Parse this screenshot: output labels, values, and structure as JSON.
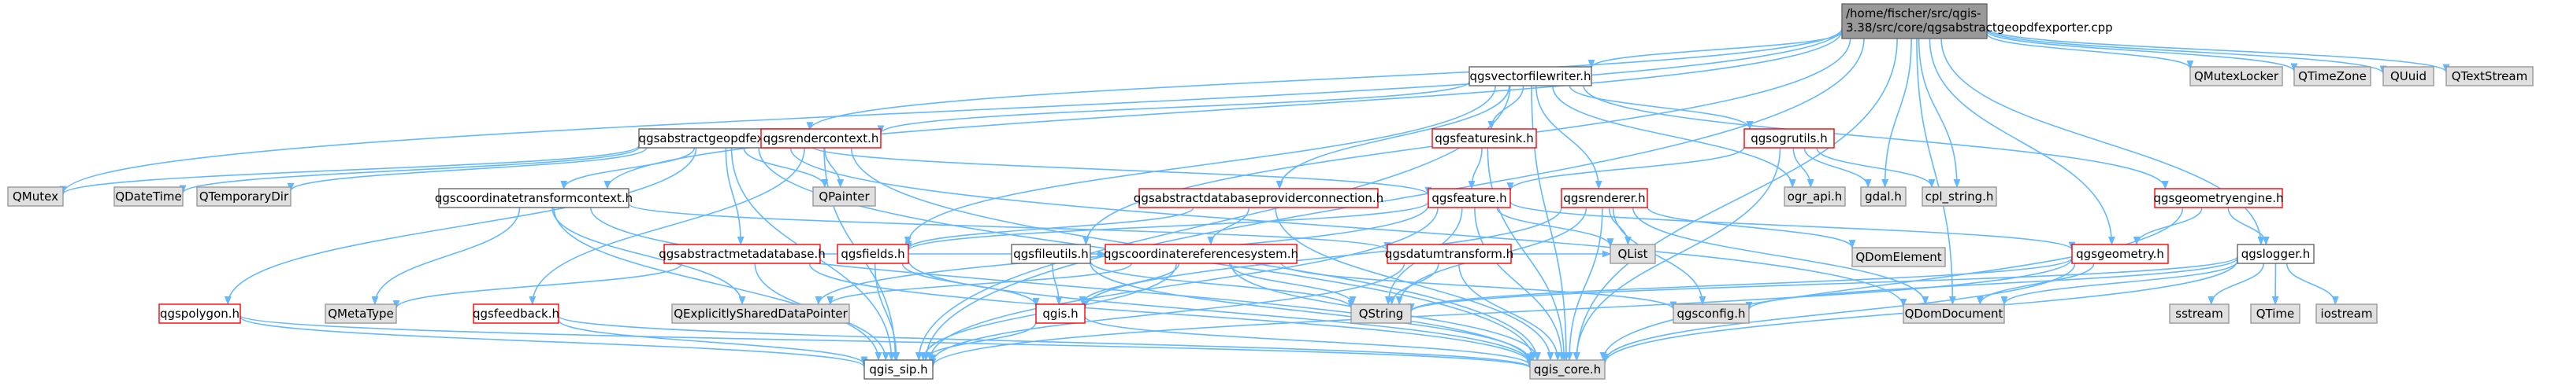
{
  "graph": {
    "kind": "include dependency graph",
    "colors": {
      "root_fill": "#999999",
      "root_stroke": "#666666",
      "normal_fill": "#ffffff",
      "normal_stroke": "#ff0000",
      "leaf_fill": "#e0e0e0",
      "leaf_stroke": "#999999",
      "file_stroke": "#666666",
      "edge": "#63b8ff"
    },
    "nodes": [
      {
        "id": "root",
        "label": "/home/fischer/src/qgis-3.38/src/core/qgsabstractgeopdfexporter.cpp",
        "style": "root"
      },
      {
        "id": "qgsvectorfilewriter",
        "label": "qgsvectorfilewriter.h",
        "style": "file"
      },
      {
        "id": "qgsabstractgeopdfexporter",
        "label": "qgsabstractgeopdfexporter.h",
        "style": "file"
      },
      {
        "id": "qgsrendercontext",
        "label": "qgsrendercontext.h",
        "style": "normal"
      },
      {
        "id": "qgsfeaturesink",
        "label": "qgsfeaturesink.h",
        "style": "normal"
      },
      {
        "id": "qgsogrutils",
        "label": "qgsogrutils.h",
        "style": "normal"
      },
      {
        "id": "qgsgeometryengine",
        "label": "qgsgeometryengine.h",
        "style": "normal"
      },
      {
        "id": "qgscoordinatetransformcontext",
        "label": "qgscoordinatetransformcontext.h",
        "style": "file"
      },
      {
        "id": "qgsabstractdatabaseproviderconnection",
        "label": "qgsabstractdatabaseproviderconnection.h",
        "style": "normal"
      },
      {
        "id": "qgsfeature",
        "label": "qgsfeature.h",
        "style": "normal"
      },
      {
        "id": "qgsrenderer",
        "label": "qgsrenderer.h",
        "style": "normal"
      },
      {
        "id": "qgsabstractmetadatabase",
        "label": "qgsabstractmetadatabase.h",
        "style": "normal"
      },
      {
        "id": "qgsfields",
        "label": "qgsfields.h",
        "style": "normal"
      },
      {
        "id": "qgsfileutils",
        "label": "qgsfileutils.h",
        "style": "file"
      },
      {
        "id": "qgscoordinatereferencesystem",
        "label": "qgscoordinatereferencesystem.h",
        "style": "normal"
      },
      {
        "id": "qgsdatumtransform",
        "label": "qgsdatumtransform.h",
        "style": "normal"
      },
      {
        "id": "qgsgeometry",
        "label": "qgsgeometry.h",
        "style": "normal"
      },
      {
        "id": "qgslogger",
        "label": "qgslogger.h",
        "style": "file"
      },
      {
        "id": "qgspolygon",
        "label": "qgspolygon.h",
        "style": "normal"
      },
      {
        "id": "qgsfeedback",
        "label": "qgsfeedback.h",
        "style": "normal"
      },
      {
        "id": "qgis",
        "label": "qgis.h",
        "style": "normal"
      },
      {
        "id": "qgis_sip",
        "label": "qgis_sip.h",
        "style": "file"
      },
      {
        "id": "qgis_core",
        "label": "qgis_core.h",
        "style": "leaf"
      },
      {
        "id": "QMutex",
        "label": "QMutex",
        "style": "leaf"
      },
      {
        "id": "QDateTime",
        "label": "QDateTime",
        "style": "leaf"
      },
      {
        "id": "QTemporaryDir",
        "label": "QTemporaryDir",
        "style": "leaf"
      },
      {
        "id": "QPainter",
        "label": "QPainter",
        "style": "leaf"
      },
      {
        "id": "QMutexLocker",
        "label": "QMutexLocker",
        "style": "leaf"
      },
      {
        "id": "QTimeZone",
        "label": "QTimeZone",
        "style": "leaf"
      },
      {
        "id": "QUuid",
        "label": "QUuid",
        "style": "leaf"
      },
      {
        "id": "QTextStream",
        "label": "QTextStream",
        "style": "leaf"
      },
      {
        "id": "ogr_api",
        "label": "ogr_api.h",
        "style": "leaf"
      },
      {
        "id": "gdal",
        "label": "gdal.h",
        "style": "leaf"
      },
      {
        "id": "cpl_string",
        "label": "cpl_string.h",
        "style": "leaf"
      },
      {
        "id": "QDomElement",
        "label": "QDomElement",
        "style": "leaf"
      },
      {
        "id": "QDomDocument",
        "label": "QDomDocument",
        "style": "leaf"
      },
      {
        "id": "QString",
        "label": "QString",
        "style": "leaf"
      },
      {
        "id": "QList",
        "label": "QList",
        "style": "leaf"
      },
      {
        "id": "qgsconfig",
        "label": "qgsconfig.h",
        "style": "leaf"
      },
      {
        "id": "QMetaType",
        "label": "QMetaType",
        "style": "leaf"
      },
      {
        "id": "QExplicitlySharedDataPointer",
        "label": "QExplicitlySharedDataPointer",
        "style": "leaf"
      },
      {
        "id": "sstream",
        "label": "sstream",
        "style": "leaf"
      },
      {
        "id": "QTime",
        "label": "QTime",
        "style": "leaf"
      },
      {
        "id": "iostream",
        "label": "iostream",
        "style": "leaf"
      }
    ],
    "edges": [
      [
        "root",
        "qgsvectorfilewriter"
      ],
      [
        "root",
        "qgsabstractgeopdfexporter"
      ],
      [
        "root",
        "QMutex"
      ],
      [
        "root",
        "qgscoordinatetransformcontext"
      ],
      [
        "root",
        "qgsgeometry"
      ],
      [
        "root",
        "qgslogger"
      ],
      [
        "root",
        "gdal"
      ],
      [
        "root",
        "cpl_string"
      ],
      [
        "root",
        "QDomDocument"
      ],
      [
        "root",
        "qgis_core"
      ],
      [
        "root",
        "QMutexLocker"
      ],
      [
        "root",
        "QTimeZone"
      ],
      [
        "root",
        "QUuid"
      ],
      [
        "root",
        "QTextStream"
      ],
      [
        "root",
        "qgsfileutils"
      ],
      [
        "root",
        "qgis_sip"
      ],
      [
        "qgsvectorfilewriter",
        "qgsrendercontext"
      ],
      [
        "qgsvectorfilewriter",
        "qgsfeaturesink"
      ],
      [
        "qgsvectorfilewriter",
        "qgsogrutils"
      ],
      [
        "qgsvectorfilewriter",
        "qgsgeometryengine"
      ],
      [
        "qgsvectorfilewriter",
        "qgsabstractdatabaseproviderconnection"
      ],
      [
        "qgsvectorfilewriter",
        "qgsrenderer"
      ],
      [
        "qgsvectorfilewriter",
        "ogr_api"
      ],
      [
        "qgsvectorfilewriter",
        "qgsfields"
      ],
      [
        "qgsvectorfilewriter",
        "qgis_core"
      ],
      [
        "qgsvectorfilewriter",
        "qgis_sip"
      ],
      [
        "qgsabstractgeopdfexporter",
        "QMutex"
      ],
      [
        "qgsabstractgeopdfexporter",
        "QDateTime"
      ],
      [
        "qgsabstractgeopdfexporter",
        "QTemporaryDir"
      ],
      [
        "qgsabstractgeopdfexporter",
        "QPainter"
      ],
      [
        "qgsabstractgeopdfexporter",
        "qgscoordinatetransformcontext"
      ],
      [
        "qgsabstractgeopdfexporter",
        "qgsabstractmetadatabase"
      ],
      [
        "qgsabstractgeopdfexporter",
        "qgspolygon"
      ],
      [
        "qgsabstractgeopdfexporter",
        "qgsfeature"
      ],
      [
        "qgsabstractgeopdfexporter",
        "qgis_core"
      ],
      [
        "qgsabstractgeopdfexporter",
        "qgis_sip"
      ],
      [
        "qgsabstractgeopdfexporter",
        "QDomDocument"
      ],
      [
        "qgsrendercontext",
        "QPainter"
      ],
      [
        "qgsrendercontext",
        "qgsfeedback"
      ],
      [
        "qgsrendercontext",
        "qgis_core"
      ],
      [
        "qgsrendercontext",
        "qgis_sip"
      ],
      [
        "qgsfeaturesink",
        "qgsfeature"
      ],
      [
        "qgsfeaturesink",
        "qgis_core"
      ],
      [
        "qgsogrutils",
        "ogr_api"
      ],
      [
        "qgsogrutils",
        "gdal"
      ],
      [
        "qgsogrutils",
        "cpl_string"
      ],
      [
        "qgsogrutils",
        "qgsfeature"
      ],
      [
        "qgsogrutils",
        "qgis_core"
      ],
      [
        "qgsgeometryengine",
        "qgsgeometry"
      ],
      [
        "qgsgeometryengine",
        "qgslogger"
      ],
      [
        "qgsgeometryengine",
        "qgis_core"
      ],
      [
        "qgscoordinatetransformcontext",
        "QMetaType"
      ],
      [
        "qgscoordinatetransformcontext",
        "qgsdatumtransform"
      ],
      [
        "qgscoordinatetransformcontext",
        "QExplicitlySharedDataPointer"
      ],
      [
        "qgscoordinatetransformcontext",
        "qgis_core"
      ],
      [
        "qgscoordinatetransformcontext",
        "qgis_sip"
      ],
      [
        "qgsabstractdatabaseproviderconnection",
        "qgsfields"
      ],
      [
        "qgsabstractdatabaseproviderconnection",
        "qgscoordinatereferencesystem"
      ],
      [
        "qgsabstractdatabaseproviderconnection",
        "qgis_core"
      ],
      [
        "qgsfeature",
        "qgsfields"
      ],
      [
        "qgsfeature",
        "qgsgeometry"
      ],
      [
        "qgsfeature",
        "QString"
      ],
      [
        "qgsfeature",
        "QList"
      ],
      [
        "qgsfeature",
        "qgis_core"
      ],
      [
        "qgsfeature",
        "qgis_sip"
      ],
      [
        "qgsfeature",
        "QExplicitlySharedDataPointer"
      ],
      [
        "qgsrenderer",
        "QDomElement"
      ],
      [
        "qgsrenderer",
        "QDomDocument"
      ],
      [
        "qgsrenderer",
        "QString"
      ],
      [
        "qgsrenderer",
        "QList"
      ],
      [
        "qgsrenderer",
        "qgsconfig"
      ],
      [
        "qgsrenderer",
        "qgis_core"
      ],
      [
        "qgsrenderer",
        "qgis"
      ],
      [
        "qgsabstractmetadatabase",
        "QMetaType"
      ],
      [
        "qgsabstractmetadatabase",
        "qgscoordinatereferencesystem"
      ],
      [
        "qgsabstractmetadatabase",
        "qgis_core"
      ],
      [
        "qgsabstractmetadatabase",
        "qgis_sip"
      ],
      [
        "qgsfields",
        "qgis"
      ],
      [
        "qgsfields",
        "qgis_sip"
      ],
      [
        "qgsfields",
        "qgis_core"
      ],
      [
        "qgsfileutils",
        "qgis"
      ],
      [
        "qgsfileutils",
        "QString"
      ],
      [
        "qgsfileutils",
        "qgis_core"
      ],
      [
        "qgscoordinatereferencesystem",
        "qgis"
      ],
      [
        "qgscoordinatereferencesystem",
        "QString"
      ],
      [
        "qgscoordinatereferencesystem",
        "qgsconfig"
      ],
      [
        "qgscoordinatereferencesystem",
        "qgis_core"
      ],
      [
        "qgscoordinatereferencesystem",
        "qgis_sip"
      ],
      [
        "qgscoordinatereferencesystem",
        "QExplicitlySharedDataPointer"
      ],
      [
        "qgsdatumtransform",
        "QString"
      ],
      [
        "qgsdatumtransform",
        "QList"
      ],
      [
        "qgsdatumtransform",
        "qgis_core"
      ],
      [
        "qgsdatumtransform",
        "qgis_sip"
      ],
      [
        "qgsgeometry",
        "QDomDocument"
      ],
      [
        "qgsgeometry",
        "QString"
      ],
      [
        "qgsgeometry",
        "qgis_core"
      ],
      [
        "qgsgeometry",
        "qgis_sip"
      ],
      [
        "qgslogger",
        "QString"
      ],
      [
        "qgslogger",
        "qgsconfig"
      ],
      [
        "qgslogger",
        "sstream"
      ],
      [
        "qgslogger",
        "QTime"
      ],
      [
        "qgslogger",
        "iostream"
      ],
      [
        "qgslogger",
        "qgis_core"
      ],
      [
        "qgslogger",
        "QDomDocument"
      ],
      [
        "qgspolygon",
        "qgis_core"
      ],
      [
        "qgspolygon",
        "qgis_sip"
      ],
      [
        "qgsfeedback",
        "qgis_core"
      ],
      [
        "qgsfeedback",
        "qgis_sip"
      ],
      [
        "qgis",
        "qgis_sip"
      ],
      [
        "qgis",
        "qgis_core"
      ]
    ]
  }
}
